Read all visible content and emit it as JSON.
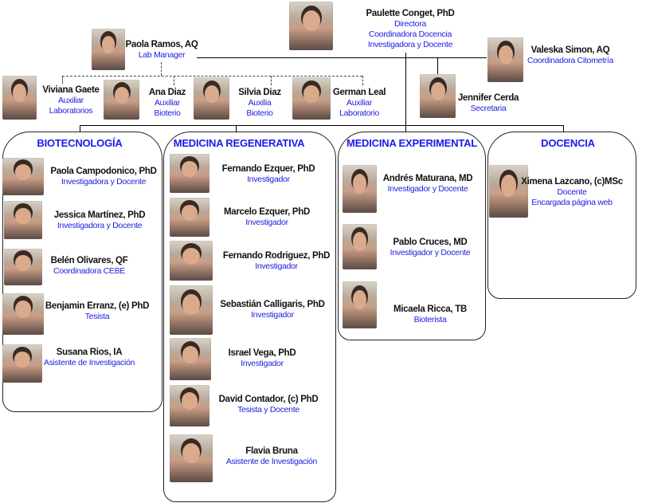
{
  "top": [
    {
      "name": "Paulette Conget, PhD",
      "roles": [
        "Directora",
        "Coordinadora Docencia",
        "Investigadora y Docente"
      ]
    },
    {
      "name": "Paola Ramos, AQ",
      "roles": [
        "Lab Manager"
      ]
    },
    {
      "name": "Valeska Simon, AQ",
      "roles": [
        "Coordinadora Citometría"
      ]
    },
    {
      "name": "Jennifer Cerda",
      "roles": [
        "Secretaria"
      ]
    },
    {
      "name": "Viviana Gaete",
      "roles": [
        "Auxiliar",
        "Laboratorios"
      ]
    },
    {
      "name": "Ana Diaz",
      "roles": [
        "Auxiliar",
        "Bioterio"
      ]
    },
    {
      "name": "Silvia Diaz",
      "roles": [
        "Auxilia",
        "Bioterio"
      ]
    },
    {
      "name": "German Leal",
      "roles": [
        "Auxiliar",
        "Laboratorio"
      ]
    }
  ],
  "groups": [
    {
      "title": "BIOTECNOLOGÍA",
      "members": [
        {
          "name": "Paola Campodonico, PhD",
          "roles": [
            "Investigadora y Docente"
          ]
        },
        {
          "name": "Jessica Martínez, PhD",
          "roles": [
            "Investigadora y Docente"
          ]
        },
        {
          "name": "Belén Olivares, QF",
          "roles": [
            "Coordinadora CEBE"
          ]
        },
        {
          "name": "Benjamin Erranz, (e) PhD",
          "roles": [
            "Tesista"
          ]
        },
        {
          "name": "Susana Rios, IA",
          "roles": [
            "Asistente de Investigación"
          ]
        }
      ]
    },
    {
      "title": "MEDICINA REGENERATIVA",
      "members": [
        {
          "name": "Fernando Ezquer, PhD",
          "roles": [
            "Investigador"
          ]
        },
        {
          "name": "Marcelo Ezquer, PhD",
          "roles": [
            "Investigador"
          ]
        },
        {
          "name": "Fernando Rodriguez, PhD",
          "roles": [
            "Investigador"
          ]
        },
        {
          "name": "Sebastián Calligaris, PhD",
          "roles": [
            "Investigador"
          ]
        },
        {
          "name": "Israel Vega, PhD",
          "roles": [
            "Investigador"
          ]
        },
        {
          "name": "David Contador, (c) PhD",
          "roles": [
            "Tesista y Docente"
          ]
        },
        {
          "name": "Flavia Bruna",
          "roles": [
            "Asistente de Investigación"
          ]
        }
      ]
    },
    {
      "title": "MEDICINA EXPERIMENTAL",
      "members": [
        {
          "name": "Andrés Maturana, MD",
          "roles": [
            "Investigador y Docente"
          ]
        },
        {
          "name": "Pablo Cruces, MD",
          "roles": [
            "Investigador y Docente"
          ]
        },
        {
          "name": "Micaela Ricca, TB",
          "roles": [
            "Bioterista"
          ]
        }
      ]
    },
    {
      "title": "DOCENCIA",
      "members": [
        {
          "name": "Ximena Lazcano, (c)MSc",
          "roles": [
            "Docente",
            "Encargada página web"
          ]
        }
      ]
    }
  ]
}
